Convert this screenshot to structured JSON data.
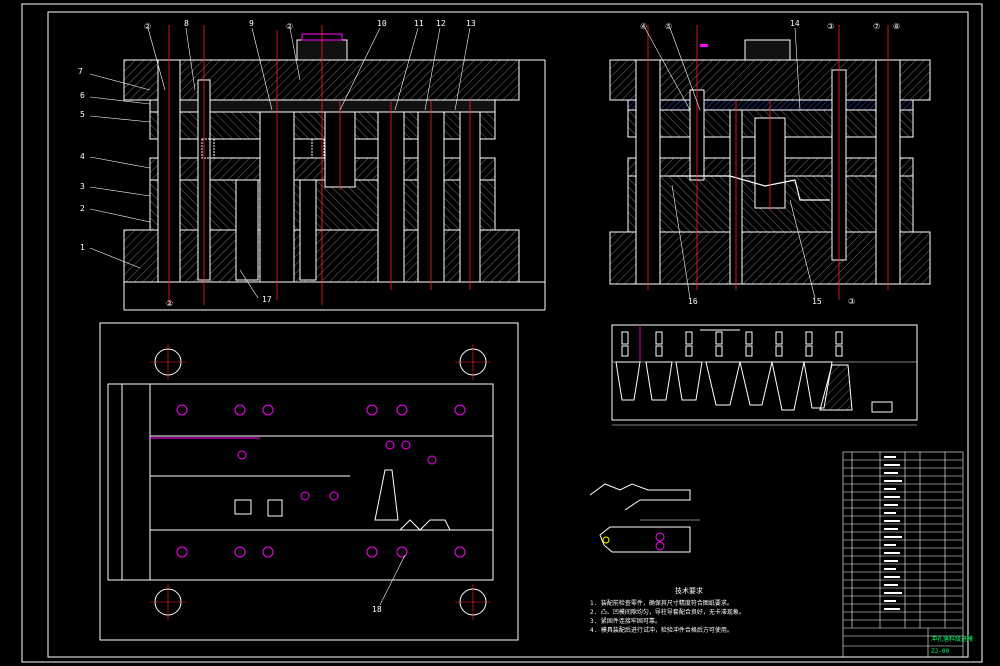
{
  "drawing": {
    "front_callouts_left": [
      "7",
      "6",
      "5",
      "4",
      "3",
      "2",
      "1"
    ],
    "front_callouts_top": [
      "②",
      "8",
      "9",
      "②",
      "10",
      "11",
      "12",
      "13"
    ],
    "front_callouts_bottom": [
      "②",
      "17"
    ],
    "side_callouts_top": [
      "④",
      "⑤",
      "14",
      "③",
      "⑦",
      "⑧"
    ],
    "side_callouts_bottom": [
      "16",
      "15",
      "③"
    ],
    "plan_callout": "18",
    "notes_title": "技术要求",
    "notes": [
      "1. 装配前检查零件，确保其尺寸精度符合图纸要求。",
      "2. 凸、凹模间隙均匀，导柱导套配合良好，无卡滞现象。",
      "3. 紧固件连接牢固可靠。",
      "4. 模具装配后进行试冲，检验冲件合格后方可使用。"
    ],
    "colors": {
      "background": "#000000",
      "outline": "#ffffff",
      "centerline": "#ff2020",
      "magenta": "#ff00ff",
      "accent": "#00ff66",
      "yellow": "#ffff00"
    }
  },
  "title_block": {
    "title_cell": "冲孔落料级进模",
    "drawing_no": "ZJ-00"
  }
}
